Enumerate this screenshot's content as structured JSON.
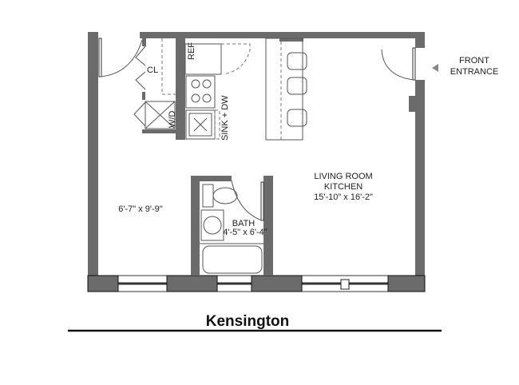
{
  "title": "Kensington",
  "labels": {
    "closet": "CL",
    "refrigerator": "REF",
    "washer_dryer": "W/D",
    "sink_dishwasher": "SINK + DW",
    "front_entrance_line1": "FRONT",
    "front_entrance_line2": "ENTRANCE",
    "living_room_line1": "LIVING ROOM",
    "living_room_line2": "KITCHEN",
    "living_room_size": "15'-10\" x 16'-2\"",
    "sleeping_area_size": "6'-7\" x 9'-9\"",
    "bath": "BATH",
    "bath_size": "4'-5\" x 6'-4\""
  },
  "colors": {
    "wall": "#6b6b6b",
    "line": "#555555",
    "text": "#222222"
  }
}
